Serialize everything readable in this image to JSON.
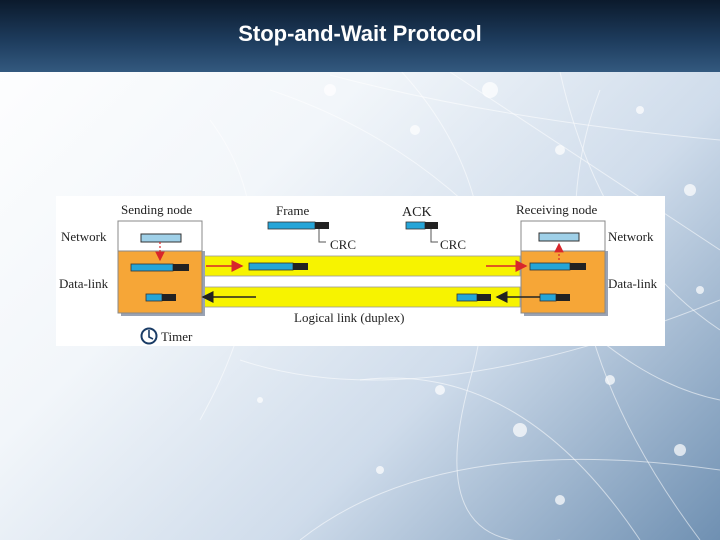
{
  "slide": {
    "title": "Stop-and-Wait Protocol"
  },
  "diagram": {
    "sending_node": "Sending node",
    "receiving_node": "Receiving node",
    "network_left": "Network",
    "datalink_left": "Data-link",
    "network_right": "Network",
    "datalink_right": "Data-link",
    "frame": "Frame",
    "frame_crc": "CRC",
    "ack": "ACK",
    "ack_crc": "CRC",
    "logical_link": "Logical link (duplex)",
    "timer": "Timer"
  },
  "colors": {
    "node_fill": "#f6a637",
    "packet_fill": "#25a5d8",
    "link_fill": "#f7f300",
    "arrow_red": "#d8262b",
    "arrow_black": "#222222"
  }
}
